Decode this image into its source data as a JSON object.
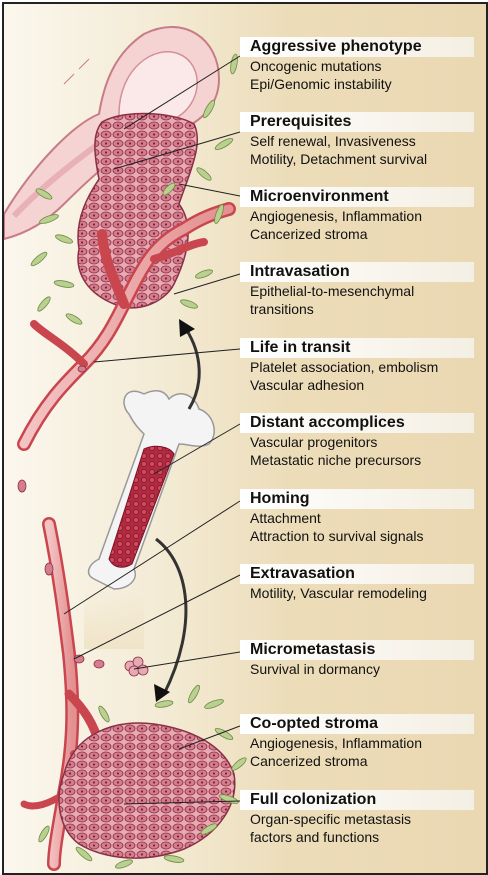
{
  "stages": [
    {
      "title": "Aggressive phenotype",
      "lines": [
        "Oncogenic mutations",
        "Epi/Genomic instability"
      ]
    },
    {
      "title": "Prerequisites",
      "lines": [
        "Self renewal, Invasiveness",
        "Motility, Detachment survival"
      ]
    },
    {
      "title": "Microenvironment",
      "lines": [
        "Angiogenesis, Inflammation",
        "Cancerized stroma"
      ]
    },
    {
      "title": "Intravasation",
      "lines": [
        "Epithelial-to-mesenchymal",
        "transitions"
      ]
    },
    {
      "title": "Life in transit",
      "lines": [
        "Platelet association, embolism",
        "Vascular adhesion"
      ]
    },
    {
      "title": "Distant accomplices",
      "lines": [
        "Vascular progenitors",
        "Metastatic niche precursors"
      ]
    },
    {
      "title": "Homing",
      "lines": [
        "Attachment",
        "Attraction to survival signals"
      ]
    },
    {
      "title": "Extravasation",
      "lines": [
        "Motility, Vascular remodeling"
      ]
    },
    {
      "title": "Micrometastasis",
      "lines": [
        "Survival in dormancy"
      ]
    },
    {
      "title": "Co-opted stroma",
      "lines": [
        "Angiogenesis, Inflammation",
        "Cancerized stroma"
      ]
    },
    {
      "title": "Full colonization",
      "lines": [
        "Organ-specific metastasis",
        "factors and functions"
      ]
    }
  ],
  "colors": {
    "tumor": "#c9687a",
    "tumor_dark": "#8a2f45",
    "vessel": "#c9464f",
    "stroma": "#b9d08f",
    "bone": "#f2f2f2",
    "marrow": "#a31e36"
  }
}
